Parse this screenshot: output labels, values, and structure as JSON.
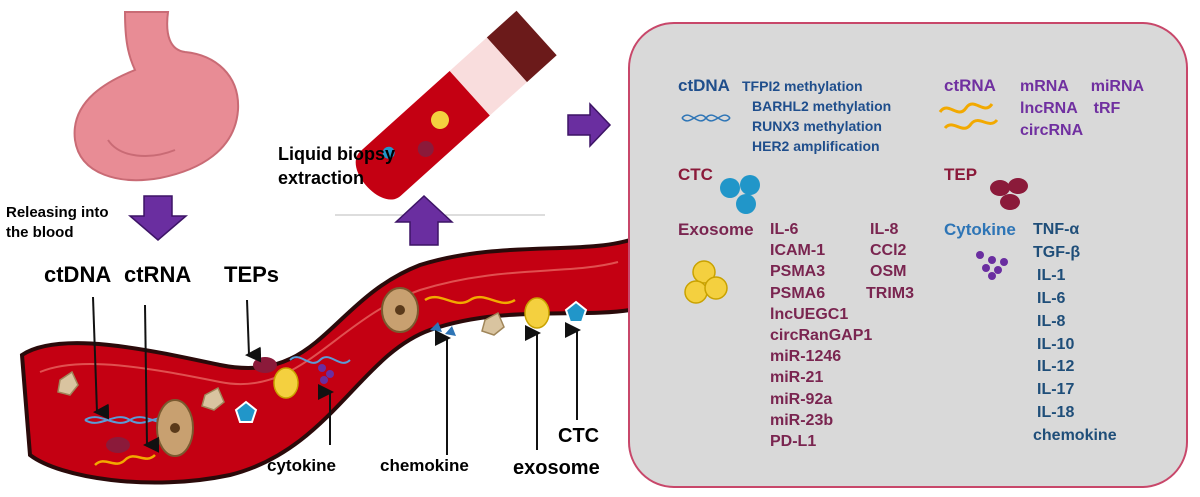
{
  "left": {
    "releasing_label": [
      "Releasing into",
      "the blood"
    ],
    "liquid_biopsy_label": [
      "Liquid biopsy",
      "extraction"
    ],
    "vessel_labels": {
      "ctdna": "ctDNA",
      "ctrna": "ctRNA",
      "teps": "TEPs",
      "cytokine": "cytokine",
      "chemokine": "chemokine",
      "ctc": "CTC",
      "exosome": "exosome"
    }
  },
  "panel": {
    "ctdna": {
      "title": "ctDNA",
      "items": [
        "TFPI2 methylation",
        "BARHL2 methylation",
        "RUNX3  methylation",
        "HER2 amplification"
      ]
    },
    "ctrna": {
      "title": "ctRNA",
      "items_row1": [
        "mRNA",
        "miRNA"
      ],
      "items_row2": [
        "lncRNA",
        "tRF"
      ],
      "items_row3": [
        "circRNA"
      ]
    },
    "ctc": {
      "title": "CTC"
    },
    "tep": {
      "title": "TEP"
    },
    "exosome": {
      "title": "Exosome",
      "col1": [
        "IL-6",
        "ICAM-1",
        "PSMA3",
        "PSMA6",
        "lncUEGC1",
        "circRanGAP1",
        "miR-1246",
        "miR-21",
        "miR-92a",
        "miR-23b",
        "PD-L1"
      ],
      "col2": [
        "IL-8",
        "CCl2",
        "OSM",
        "TRIM3"
      ]
    },
    "cytokine": {
      "title": "Cytokine",
      "items": [
        "TNF-α",
        "TGF-β",
        "IL-1",
        "IL-6",
        "IL-8",
        "IL-10",
        "IL-12",
        "IL-17",
        "IL-18",
        "chemokine"
      ]
    }
  },
  "colors": {
    "blood": "#c40012",
    "vessel_outline": "#2a0a0a",
    "panel_bg": "#d9d9d9",
    "panel_border": "#c8476a",
    "arrow_purple": "#6a2ea0"
  }
}
